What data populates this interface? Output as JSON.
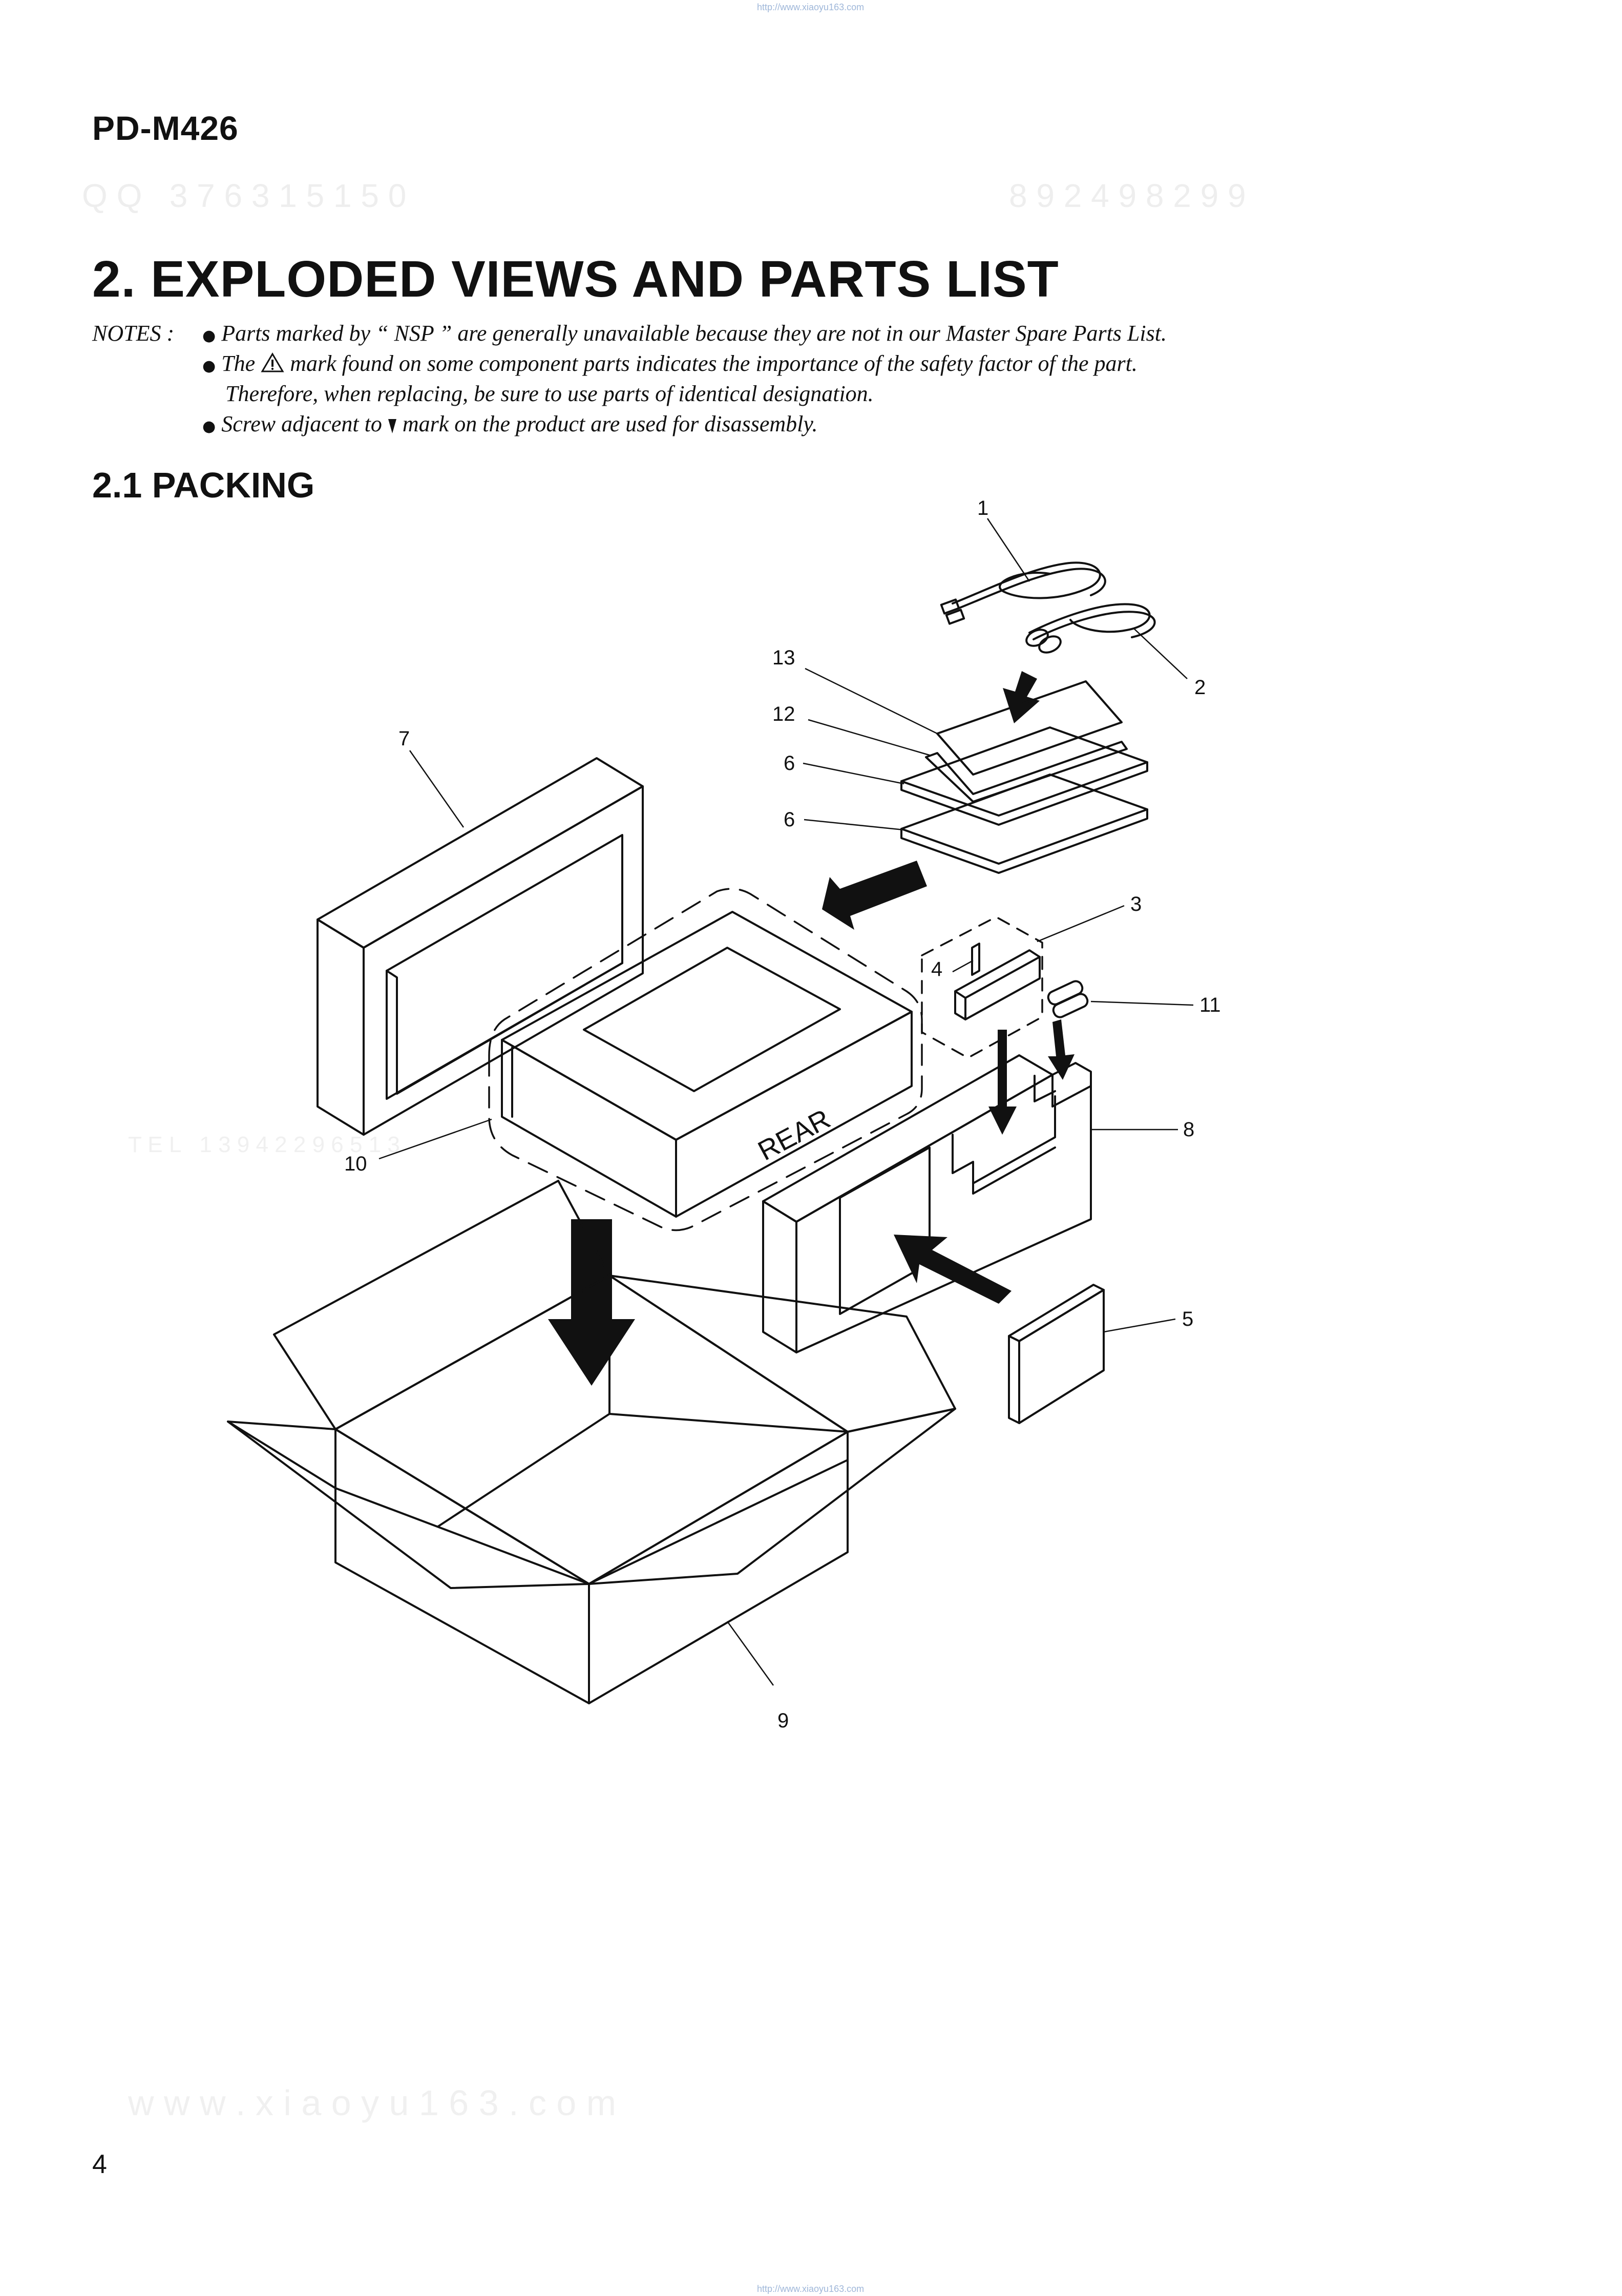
{
  "header": {
    "top_url": "http://www.xiaoyu163.com",
    "model": "PD-M426",
    "watermark_left": "Q Q   3 7 6 3 1 5 1 5 0",
    "watermark_right": "8 9 2 4 9 8 2 9 9"
  },
  "section_title": "2. EXPLODED VIEWS AND PARTS LIST",
  "notes": {
    "label": "NOTES :",
    "items": [
      "Parts marked by  “ NSP ”  are generally unavailable because they are not in our Master Spare Parts List.",
      "The ",
      " mark found on some component parts indicates the importance of the safety factor of the part.",
      "Therefore, when  replacing, be sure to use parts of identical designation.",
      "Screw adjacent to ",
      " mark on the product are used for disassembly."
    ],
    "bullet": "●"
  },
  "subsection_title": "2.1 PACKING",
  "diagram": {
    "callouts": [
      "1",
      "2",
      "3",
      "4",
      "5",
      "6",
      "6",
      "7",
      "8",
      "9",
      "10",
      "11",
      "12",
      "13"
    ],
    "box_text": "REAR",
    "watermark_middle": "T E L   1 3 9 4 2 2 9 6 5 1 3"
  },
  "footer": {
    "watermark": "w w w . x i a o y u 1 6 3 . c o m",
    "page_number": "4",
    "bottom_url": "http://www.xiaoyu163.com"
  }
}
